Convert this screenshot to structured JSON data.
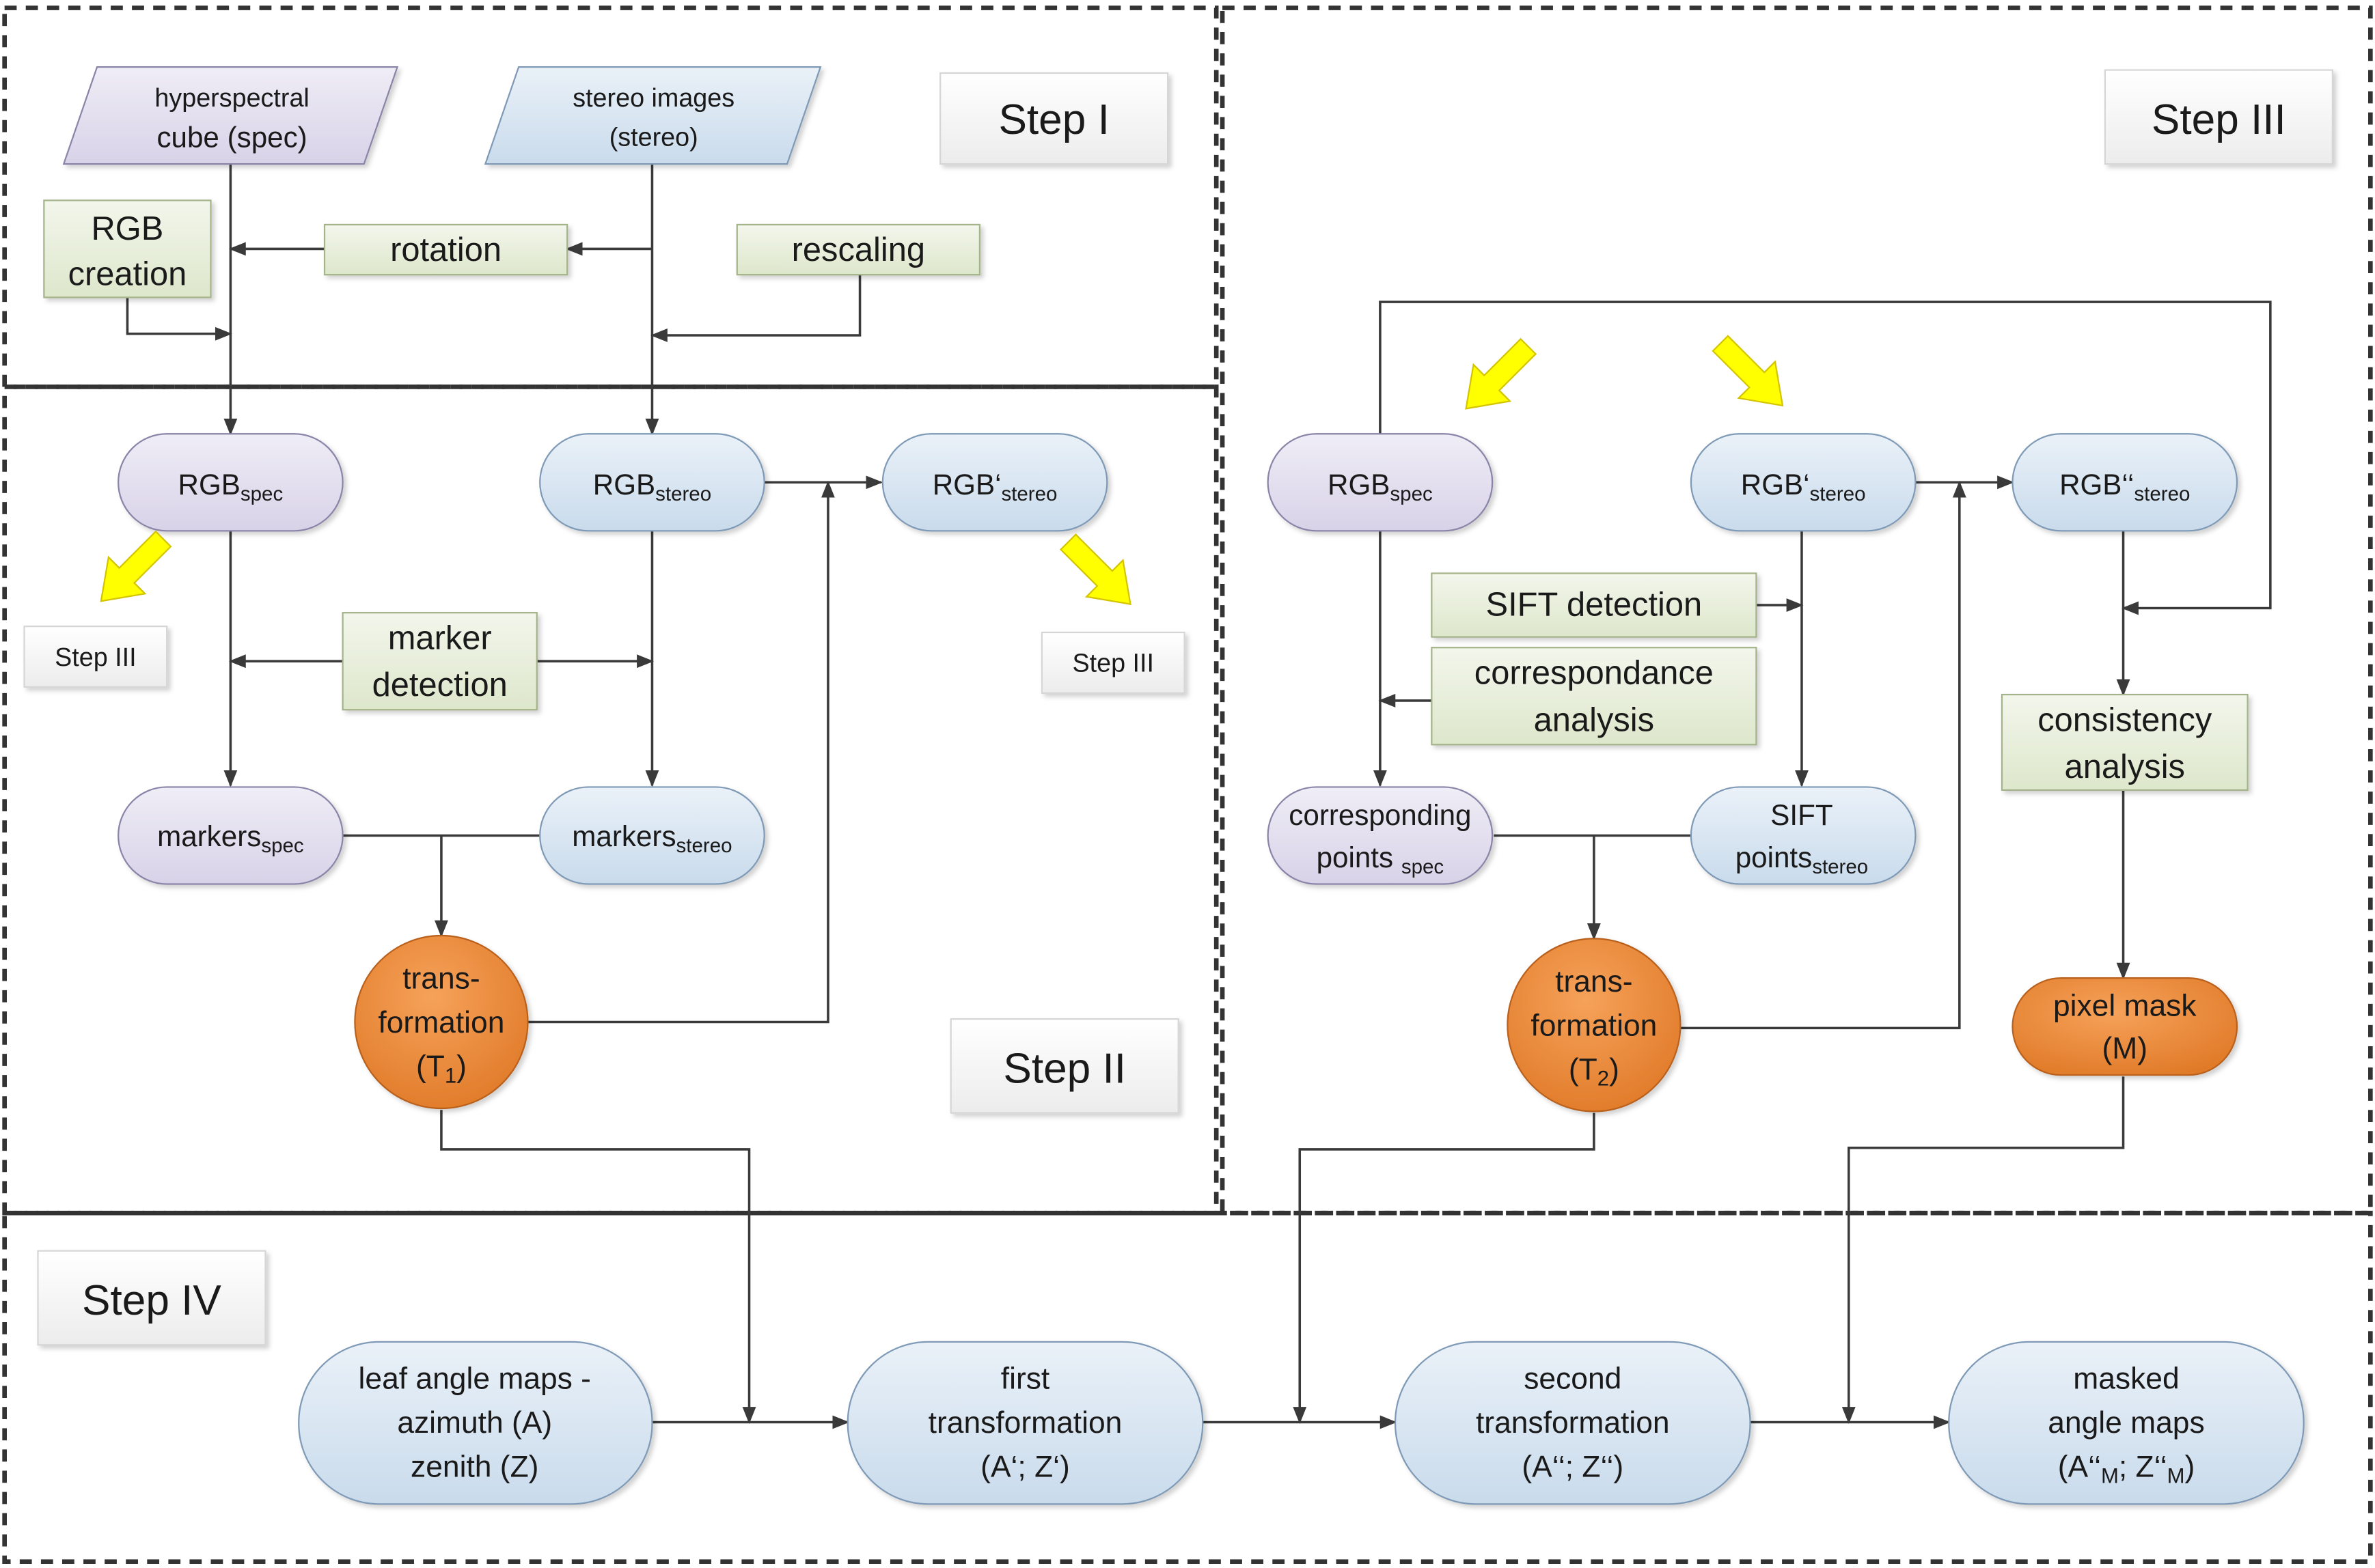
{
  "steps": {
    "step1": "Step I",
    "step2": "Step II",
    "step3": "Step III",
    "step4": "Step IV",
    "step3_ref_left": "Step III",
    "step3_ref_right": "Step III"
  },
  "inputs": {
    "hyperspectral": [
      "hyperspectral",
      "cube (spec)"
    ],
    "stereo": [
      "stereo images",
      "(stereo)"
    ]
  },
  "processes": {
    "rgb_creation": [
      "RGB",
      "creation"
    ],
    "rotation": "rotation",
    "rescaling": "rescaling",
    "marker_detection": [
      "marker",
      "detection"
    ],
    "sift_detection": "SIFT detection",
    "correspondance": [
      "correspondance",
      "analysis"
    ],
    "consistency": [
      "consistency",
      "analysis"
    ]
  },
  "nodes": {
    "rgb_spec": {
      "main": "RGB",
      "sub": "spec"
    },
    "rgb_stereo": {
      "main": "RGB",
      "sub": "stereo"
    },
    "rgb_prime_stereo": {
      "main": "RGB‘",
      "sub": "stereo"
    },
    "markers_spec": {
      "main": "markers",
      "sub": "spec"
    },
    "markers_stereo": {
      "main": "markers",
      "sub": "stereo"
    },
    "rgb_spec_3": {
      "main": "RGB",
      "sub": "spec"
    },
    "rgb_prime_stereo_3": {
      "main": "RGB‘",
      "sub": "stereo"
    },
    "rgb_dprime_stereo": {
      "main": "RGB‘‘",
      "sub": "stereo"
    },
    "corresponding_points": {
      "line1": "corresponding",
      "main": "points ",
      "sub": "spec"
    },
    "sift_points": {
      "line1": "SIFT",
      "main": "points",
      "sub": "stereo"
    }
  },
  "transforms": {
    "t1": {
      "line1": "trans-",
      "line2": "formation",
      "main": "(T",
      "sub": "1",
      "tail": ")"
    },
    "t2": {
      "line1": "trans-",
      "line2": "formation",
      "main": "(T",
      "sub": "2",
      "tail": ")"
    },
    "mask": {
      "line1": "pixel mask",
      "line2": "(M)"
    }
  },
  "outputs": {
    "leaf_angle": [
      "leaf angle maps -",
      "azimuth (A)",
      "zenith (Z)"
    ],
    "first": {
      "line1": "first",
      "line2": "transformation",
      "line3": "(A‘; Z‘)"
    },
    "second": {
      "line1": "second",
      "line2": "transformation",
      "line3": "(A‘‘; Z‘‘)"
    },
    "masked": {
      "line1": "masked",
      "line2": "angle maps",
      "l3a": "(A‘‘",
      "l3b": "M",
      "l3c": "; Z‘‘",
      "l3d": "M",
      "l3e": ")"
    }
  },
  "colors": {
    "purple_fill": "#e3dfee",
    "blue_fill": "#dce8f3",
    "green_fill": "#ebf1de",
    "orange_fill": "#ee8a3a",
    "arrow_yellow": "#ffff00",
    "line": "#3a3a3a"
  },
  "icons": {
    "yellow_arrow": "down-left-arrow"
  }
}
